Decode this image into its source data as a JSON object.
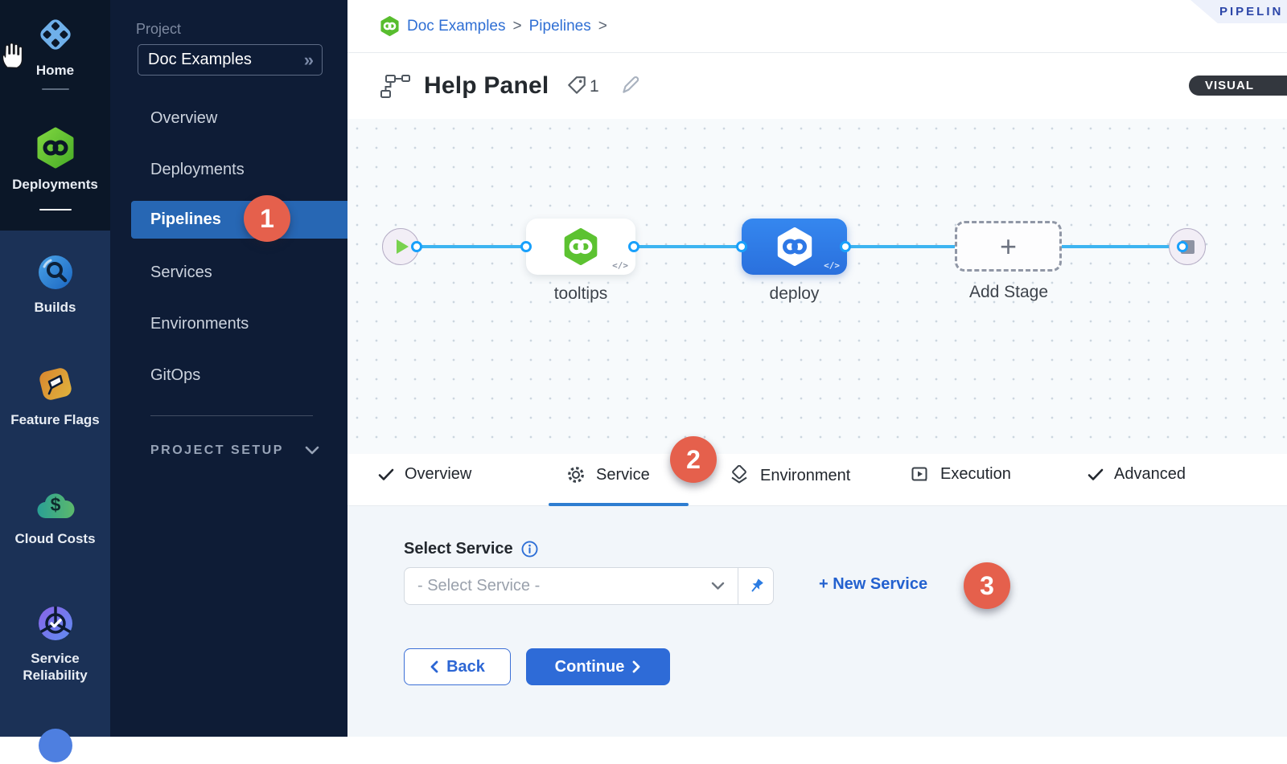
{
  "left_rail": {
    "modules": [
      {
        "label": "Home",
        "icon": "home-icon"
      },
      {
        "label": "Deployments",
        "icon": "deployments-icon",
        "active": true
      },
      {
        "label": "Builds",
        "icon": "builds-icon"
      },
      {
        "label": "Feature Flags",
        "icon": "feature-flags-icon"
      },
      {
        "label": "Cloud Costs",
        "icon": "cloud-costs-icon"
      },
      {
        "label": "Service Reliability",
        "icon": "service-reliability-icon"
      }
    ]
  },
  "project_nav": {
    "section_label": "Project",
    "project_name": "Doc Examples",
    "expand_glyph": "»",
    "items": [
      {
        "label": "Overview"
      },
      {
        "label": "Deployments"
      },
      {
        "label": "Pipelines",
        "selected": true,
        "badge": "1"
      },
      {
        "label": "Services"
      },
      {
        "label": "Environments"
      },
      {
        "label": "GitOps"
      }
    ],
    "setup_label": "PROJECT SETUP"
  },
  "breadcrumb": {
    "items": [
      "Doc Examples",
      "Pipelines"
    ],
    "separator": ">"
  },
  "header": {
    "title": "Help Panel",
    "tag_count": "1",
    "studio_tab_label": "PIPELIN",
    "view_toggle_label": "VISUAL"
  },
  "canvas": {
    "nodes": [
      {
        "label": "tooltips",
        "code_badge": "</>"
      },
      {
        "label": "deploy",
        "selected": true,
        "code_badge": "</>"
      }
    ],
    "add_stage_label": "Add Stage",
    "add_stage_plus": "+"
  },
  "tabs": {
    "items": [
      {
        "label": "Overview",
        "icon": "check-icon"
      },
      {
        "label": "Service",
        "icon": "gear-icon",
        "selected": true,
        "badge": "2"
      },
      {
        "label": "Environment",
        "icon": "layers-icon"
      },
      {
        "label": "Execution",
        "icon": "execution-icon"
      },
      {
        "label": "Advanced",
        "icon": "check-icon"
      }
    ]
  },
  "service_form": {
    "label": "Select Service",
    "placeholder": "- Select Service -",
    "new_service_label": "+ New Service",
    "badge": "3",
    "back_label": "Back",
    "continue_label": "Continue"
  },
  "colors": {
    "accent_blue": "#2e6bd7",
    "link_blue": "#2f6fd4",
    "badge_red": "#e5604c",
    "selected_nav_blue": "#2767b4",
    "connector_blue": "#3db4f1",
    "harness_green": "#63c531",
    "rail_dark": "#0b1728",
    "rail_light": "#1b3156",
    "sidebar_navy": "#0e1c36",
    "canvas_bg": "#f7fafc",
    "panel_bg": "#f2f6fa"
  }
}
